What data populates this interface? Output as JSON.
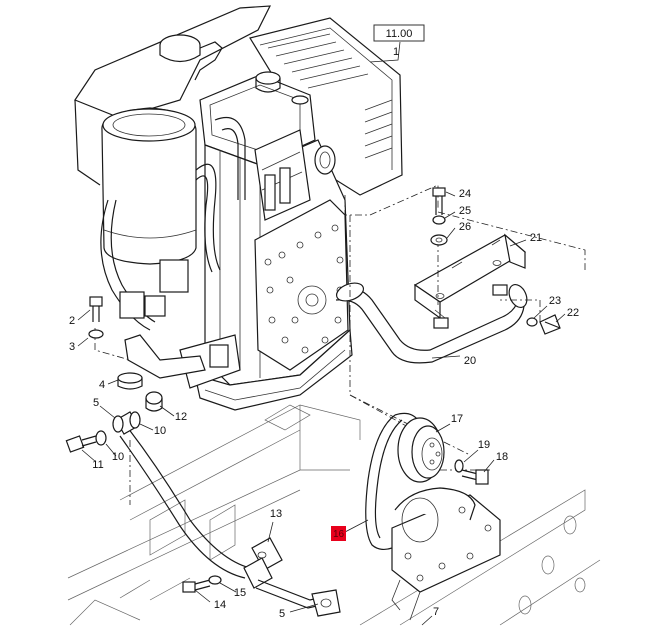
{
  "diagram": {
    "group_label": "11.00",
    "highlight_label": "16",
    "highlight_color": "#e8001c",
    "callouts": {
      "c1": "1",
      "c2": "2",
      "c3": "3",
      "c4": "4",
      "c5a": "5",
      "c5b": "5",
      "c7": "7",
      "c10a": "10",
      "c10b": "10",
      "c11": "11",
      "c12": "12",
      "c13": "13",
      "c14": "14",
      "c15": "15",
      "c17": "17",
      "c18": "18",
      "c19": "19",
      "c20": "20",
      "c21": "21",
      "c22": "22",
      "c23": "23",
      "c24": "24",
      "c25": "25",
      "c26": "26"
    }
  }
}
